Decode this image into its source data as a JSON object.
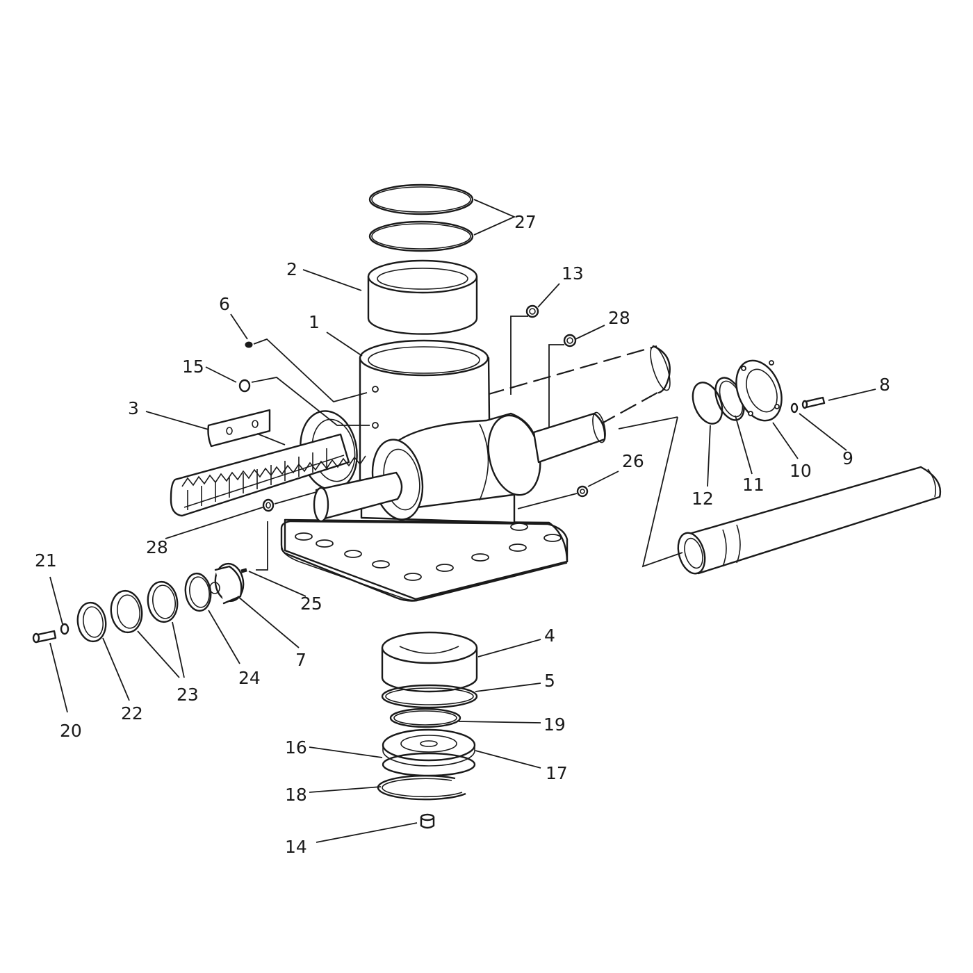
{
  "figure": {
    "type": "exploded-parts-diagram",
    "colors": {
      "line": "#1a1a1a",
      "background": "#ffffff"
    }
  },
  "callouts": {
    "c1": "1",
    "c2": "2",
    "c3": "3",
    "c4": "4",
    "c5": "5",
    "c6": "6",
    "c7": "7",
    "c8": "8",
    "c9": "9",
    "c10": "10",
    "c11": "11",
    "c12": "12",
    "c13": "13",
    "c14": "14",
    "c15": "15",
    "c16": "16",
    "c17": "17",
    "c18": "18",
    "c19": "19",
    "c20": "20",
    "c21": "21",
    "c22": "22",
    "c23": "23",
    "c24": "24",
    "c25": "25",
    "c26": "26",
    "c27": "27",
    "c28a": "28",
    "c28b": "28"
  }
}
